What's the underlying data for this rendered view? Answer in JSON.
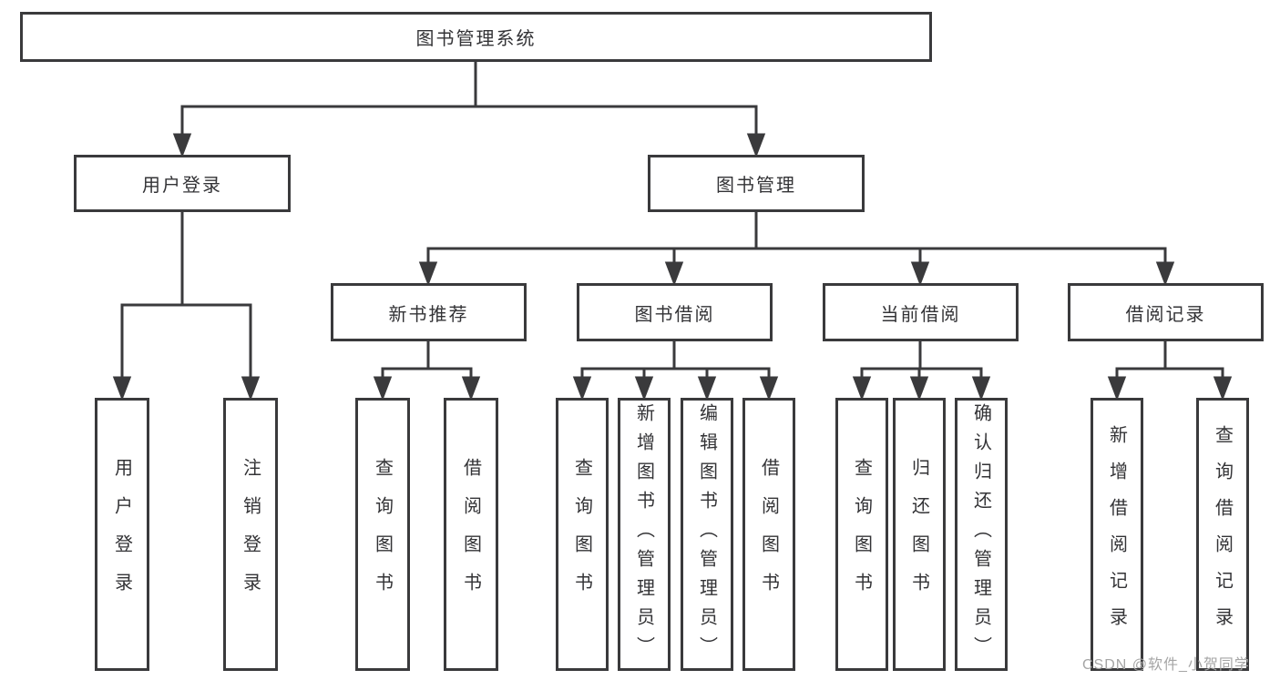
{
  "diagram": {
    "root": {
      "label": "图书管理系统"
    },
    "branches": {
      "user_login": {
        "label": "用户登录",
        "children": [
          "用户登录",
          "注销登录"
        ]
      },
      "book_management": {
        "label": "图书管理"
      }
    },
    "sections": [
      {
        "label": "新书推荐",
        "children": [
          "查询图书",
          "借阅图书"
        ]
      },
      {
        "label": "图书借阅",
        "children": [
          "查询图书",
          "新增图书（管理员）",
          "编辑图书（管理员）",
          "借阅图书"
        ]
      },
      {
        "label": "当前借阅",
        "children": [
          "查询图书",
          "归还图书",
          "确认归还（管理员）"
        ]
      },
      {
        "label": "借阅记录",
        "children": [
          "新增借阅记录",
          "查询借阅记录"
        ]
      }
    ]
  },
  "watermark": "CSDN @软件_小贺同学",
  "colors": {
    "line": "#3a3a3c",
    "text": "#333336",
    "watermark": "#a5a5a5",
    "background": "#ffffff"
  }
}
